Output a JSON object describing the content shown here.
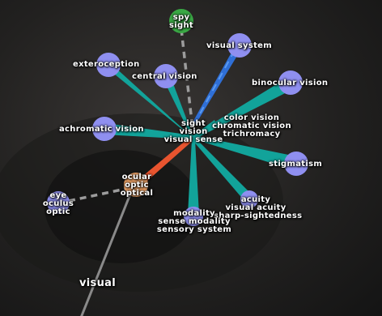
{
  "graph": {
    "center_node": {
      "terms": [
        "sight",
        "vision",
        "visual sense"
      ]
    },
    "right_cluster": {
      "terms": [
        "color vision",
        "chromatic vision",
        "trichromacy"
      ]
    },
    "nodes": {
      "spy_sight": {
        "terms": [
          "spy",
          "sight"
        ],
        "color": "#3aa845"
      },
      "visual_system": {
        "terms": [
          "visual system"
        ],
        "color": "#8f8ff0"
      },
      "exteroception": {
        "terms": [
          "exteroception"
        ],
        "color": "#8f8ff0"
      },
      "central_vision": {
        "terms": [
          "central vision"
        ],
        "color": "#8f8ff0"
      },
      "binocular_vision": {
        "terms": [
          "binocular vision"
        ],
        "color": "#8f8ff0"
      },
      "achromatic_vision": {
        "terms": [
          "achromatic vision"
        ],
        "color": "#8f8ff0"
      },
      "stigmatism": {
        "terms": [
          "stigmatism"
        ],
        "color": "#8f8ff0"
      },
      "ocular": {
        "terms": [
          "ocular",
          "optic",
          "optical"
        ],
        "color": "#f5a86a"
      },
      "eye": {
        "terms": [
          "eye",
          "oculus",
          "optic"
        ],
        "color": "#8f8ff0"
      },
      "acuity": {
        "terms": [
          "acuity",
          "visual acuity",
          "sharp-sightedness"
        ],
        "color": "#8f8ff0"
      },
      "modality": {
        "terms": [
          "modality",
          "sense modality",
          "sensory system"
        ],
        "color": "#8f8ff0"
      }
    },
    "footer_word": "visual",
    "colors": {
      "hyponym_edge": "#12a39a",
      "hypernym_edge": "#2f6fd6",
      "pertainym_edge": "#e8542f",
      "dashed_edge": "#9c9c9c",
      "trunk_edge": "#8a8a8a"
    }
  }
}
